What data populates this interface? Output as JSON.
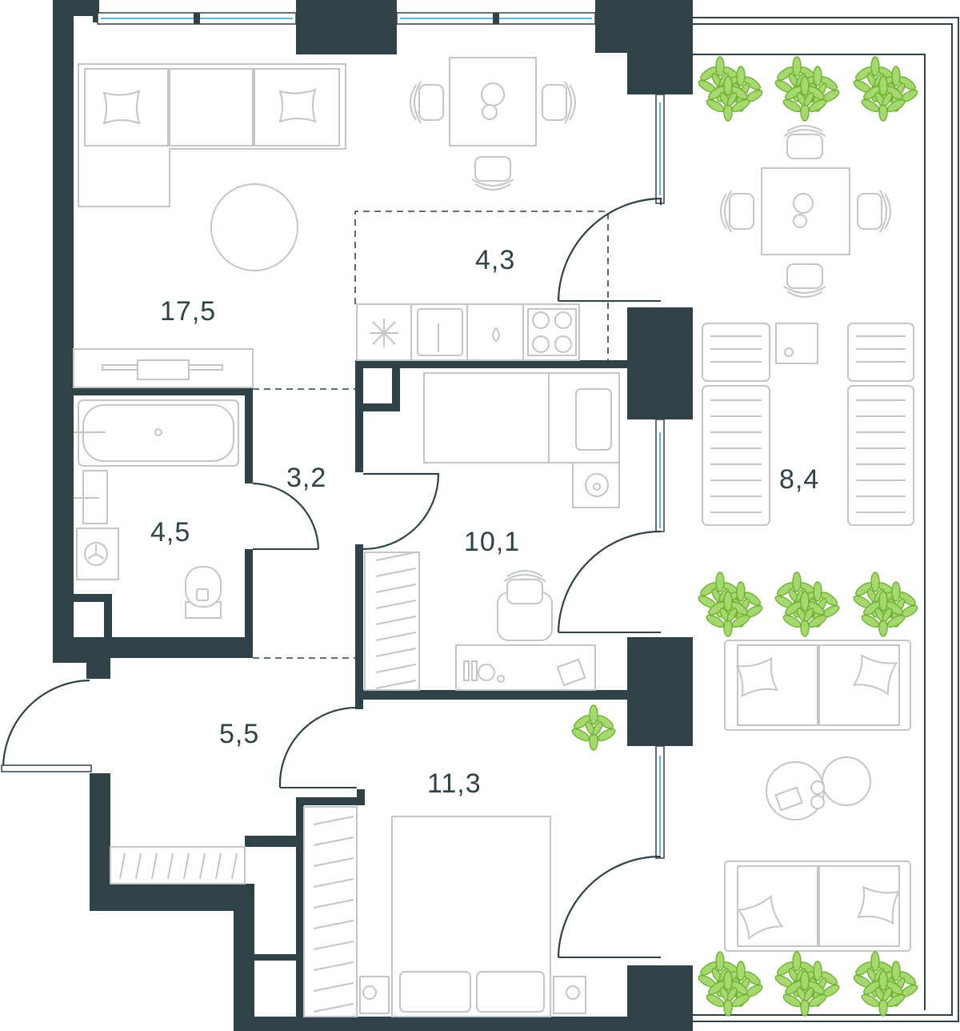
{
  "plan": {
    "rooms": [
      {
        "id": "living",
        "area": "17,5"
      },
      {
        "id": "kitchen",
        "area": "4,3"
      },
      {
        "id": "bathroom",
        "area": "4,5"
      },
      {
        "id": "corridor",
        "area": "3,2"
      },
      {
        "id": "bedroom_small",
        "area": "10,1"
      },
      {
        "id": "hall",
        "area": "5,5"
      },
      {
        "id": "bedroom_main",
        "area": "11,3"
      },
      {
        "id": "terrace",
        "area": "8,4"
      }
    ]
  },
  "colors": {
    "wall": "#2e4248",
    "furniture": "#c2c6c8",
    "window": "#59b8d6",
    "plant": "#7cc043"
  }
}
